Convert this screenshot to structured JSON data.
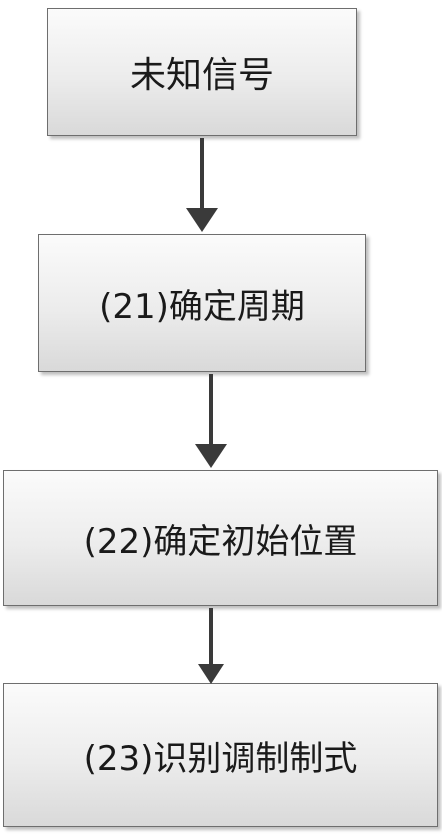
{
  "flowchart": {
    "steps": [
      {
        "label": "未知信号"
      },
      {
        "label": "(21)确定周期"
      },
      {
        "label": "(22)确定初始位置"
      },
      {
        "label": "(23)识别调制制式"
      }
    ]
  },
  "colors": {
    "arrow": "#3a3a3a",
    "box_border": "#6e6e6e"
  }
}
